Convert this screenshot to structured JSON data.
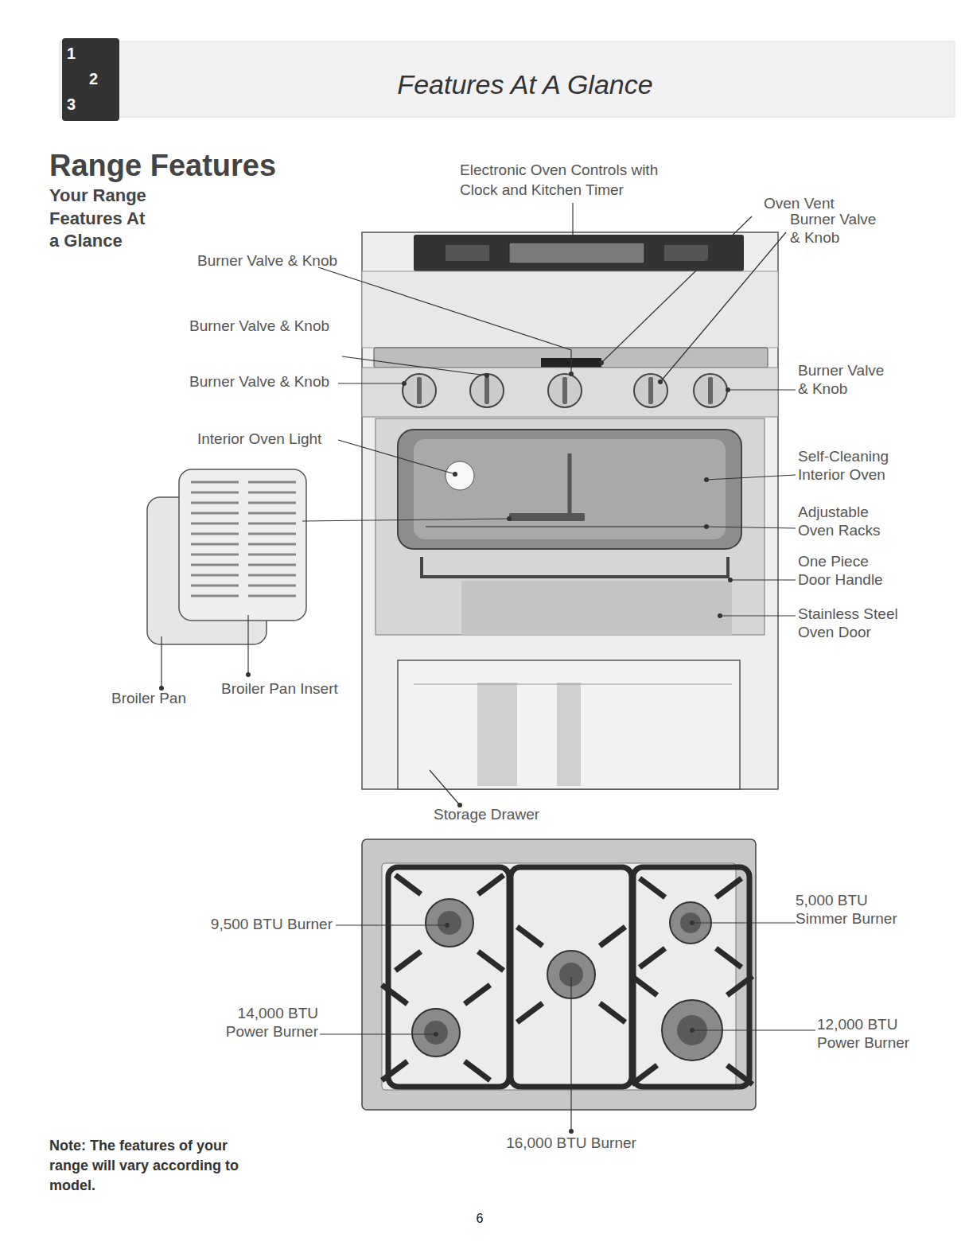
{
  "diagram": {
    "title": "Features At A Glance",
    "labels": [
      "1",
      "2",
      "3",
      "Range Features",
      "Your Range Features At a Glance",
      "Electronic Oven Controls with Clock and Kitchen Timer",
      "Oven Vent",
      "Burner Valve & Knob",
      "Burner Valve & Knob",
      "Burner Valve & Knob",
      "Burner Valve & Knob",
      "Burner Valve & Knob",
      "Interior Oven Light",
      "Self-Cleaning Interior Oven",
      "Adjustable Oven Racks",
      "One Piece Door Handle",
      "Stainless Steel Oven Door",
      "Broiler Pan",
      "Broiler Pan Insert",
      "Storage Drawer",
      "9,500 BTU Burner",
      "5,000 BTU Simmer Burner",
      "14,000 BTU Power Burner",
      "12,000 BTU Power Burner",
      "16,000 BTU Burner",
      "Note: The features of your range will vary according to model.",
      "6"
    ]
  }
}
